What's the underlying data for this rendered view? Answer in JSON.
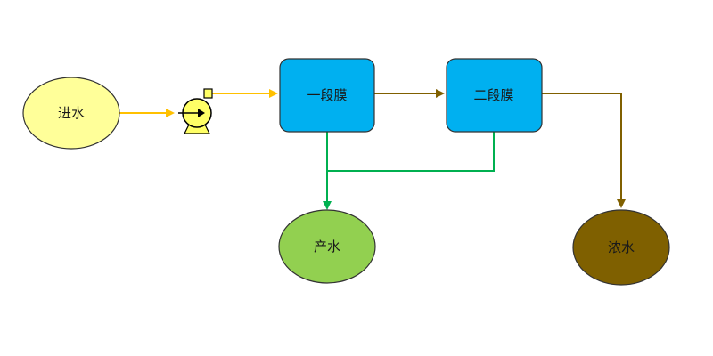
{
  "nodes": {
    "inlet": {
      "label": "进水",
      "fill": "#ffff99",
      "stroke": "#333333"
    },
    "stage1": {
      "label": "一段膜",
      "fill": "#00b0f0",
      "stroke": "#333333"
    },
    "stage2": {
      "label": "二段膜",
      "fill": "#00b0f0",
      "stroke": "#333333"
    },
    "permeate": {
      "label": "产水",
      "fill": "#92d050",
      "stroke": "#333333"
    },
    "concentrate": {
      "label": "浓水",
      "fill": "#7f6000",
      "stroke": "#333333"
    }
  },
  "pump": {
    "icon": "pump-icon",
    "fill": "#ffff66",
    "stroke": "#000000"
  },
  "flow_colors": {
    "feed": "#ffc000",
    "concentrate": "#806000",
    "permeate": "#00b050"
  }
}
